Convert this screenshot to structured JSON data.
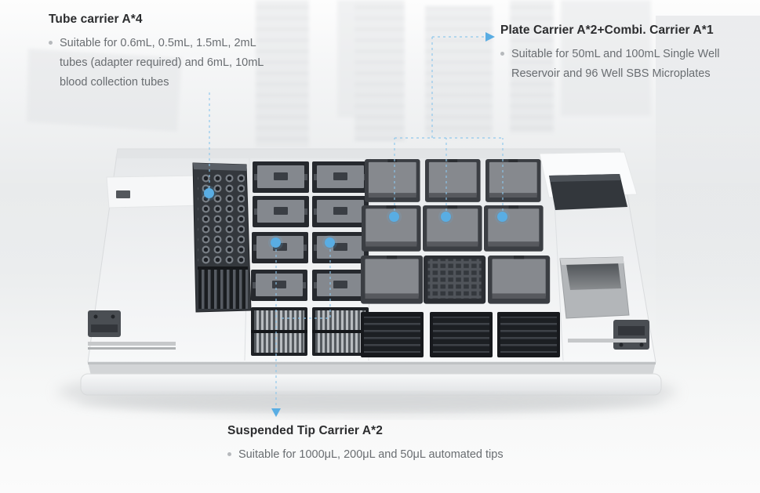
{
  "colors": {
    "accent_blue": "#59ade3",
    "connector_blue": "#8cc6ec",
    "title_text": "#2c2d2f",
    "body_text": "#696d71",
    "bullet_gray": "#b6b9bc"
  },
  "annotations": {
    "tube_carrier": {
      "title": "Tube carrier A*4",
      "description": "Suitable for 0.6mL, 0.5mL, 1.5mL, 2mL tubes (adapter required) and 6mL, 10mL blood collection tubes"
    },
    "plate_carrier": {
      "title": "Plate Carrier A*2+Combi. Carrier A*1",
      "description": "Suitable for 50mL and 100mL Single Well Reservoir and 96 Well SBS Microplates"
    },
    "tip_carrier": {
      "title": "Suspended Tip Carrier A*2",
      "description": "Suitable for 1000μL, 200μL and 50μL automated tips"
    }
  },
  "icons": {
    "bullet": "•",
    "arrow_right": "▶",
    "arrow_down": "▼",
    "marker_dot": "●"
  }
}
